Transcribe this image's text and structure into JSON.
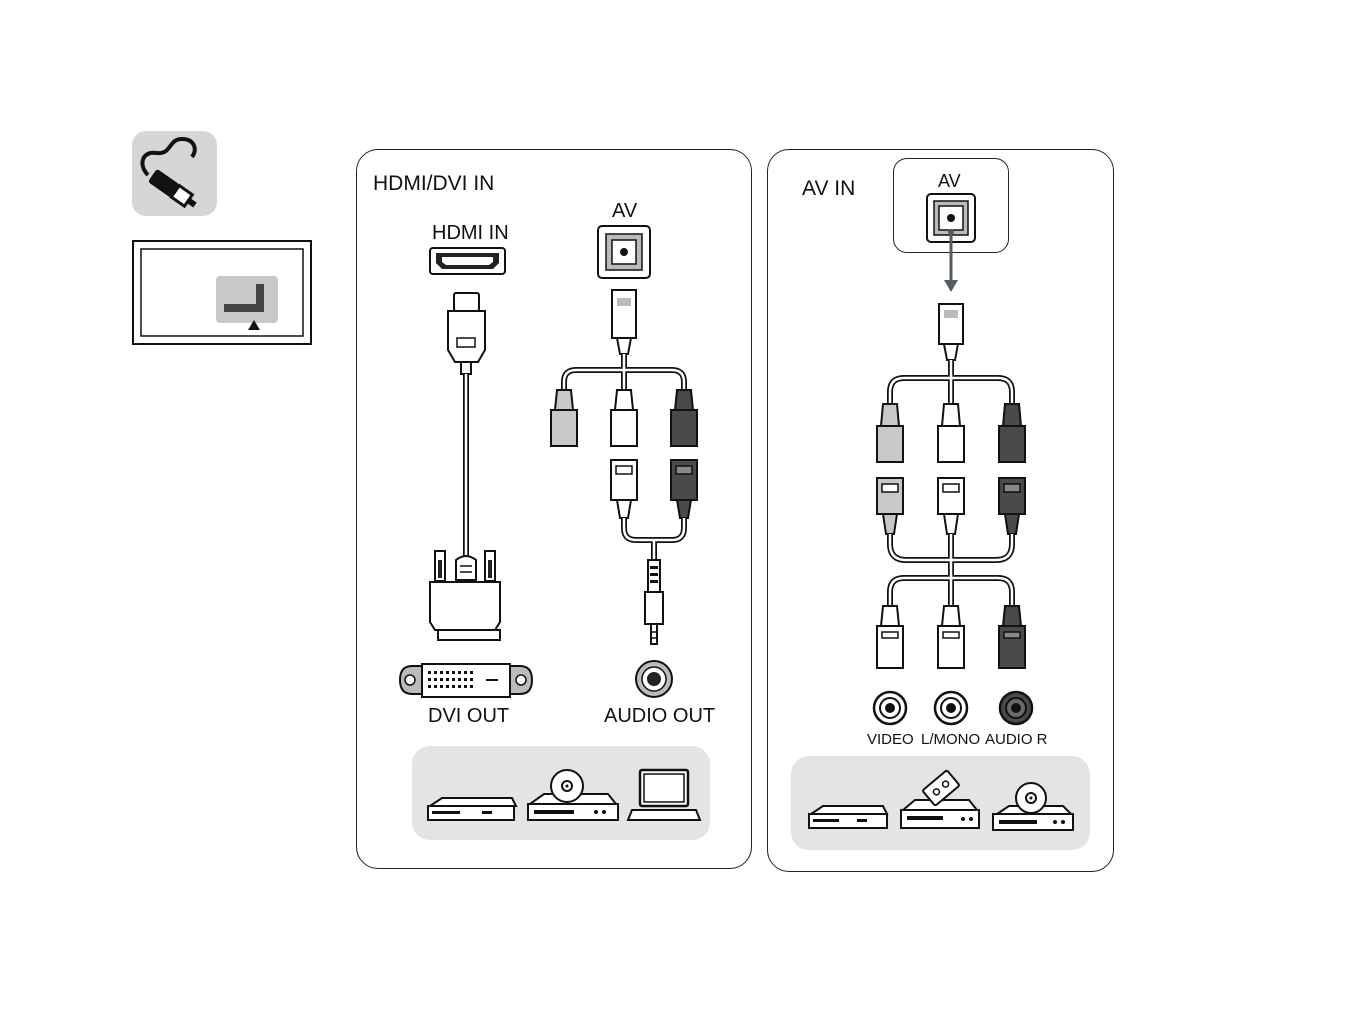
{
  "left_panel": {
    "title": "HDMI/DVI IN",
    "hdmi_port_label": "HDMI IN",
    "av_port_label": "AV",
    "dvi_out_label": "DVI OUT",
    "audio_out_label": "AUDIO OUT",
    "devices": [
      "set-top-box-icon",
      "dvd-player-icon",
      "laptop-icon"
    ]
  },
  "right_panel": {
    "title": "AV IN",
    "av_port_label": "AV",
    "video_label": "VIDEO",
    "lmono_label": "L/MONO",
    "audio_r_label": "AUDIO R",
    "devices": [
      "set-top-box-icon",
      "vcr-icon",
      "dvd-player-icon"
    ]
  },
  "side_icons": [
    "cable-icon",
    "tv-back-panel-icon"
  ],
  "colors": {
    "tray": "#e4e4e4",
    "icon_bg": "#d6d6d6",
    "plug_gray": "#c8c8c8",
    "plug_white": "#ffffff",
    "plug_dark": "#4a4a4a",
    "arrow": "#555b66"
  }
}
